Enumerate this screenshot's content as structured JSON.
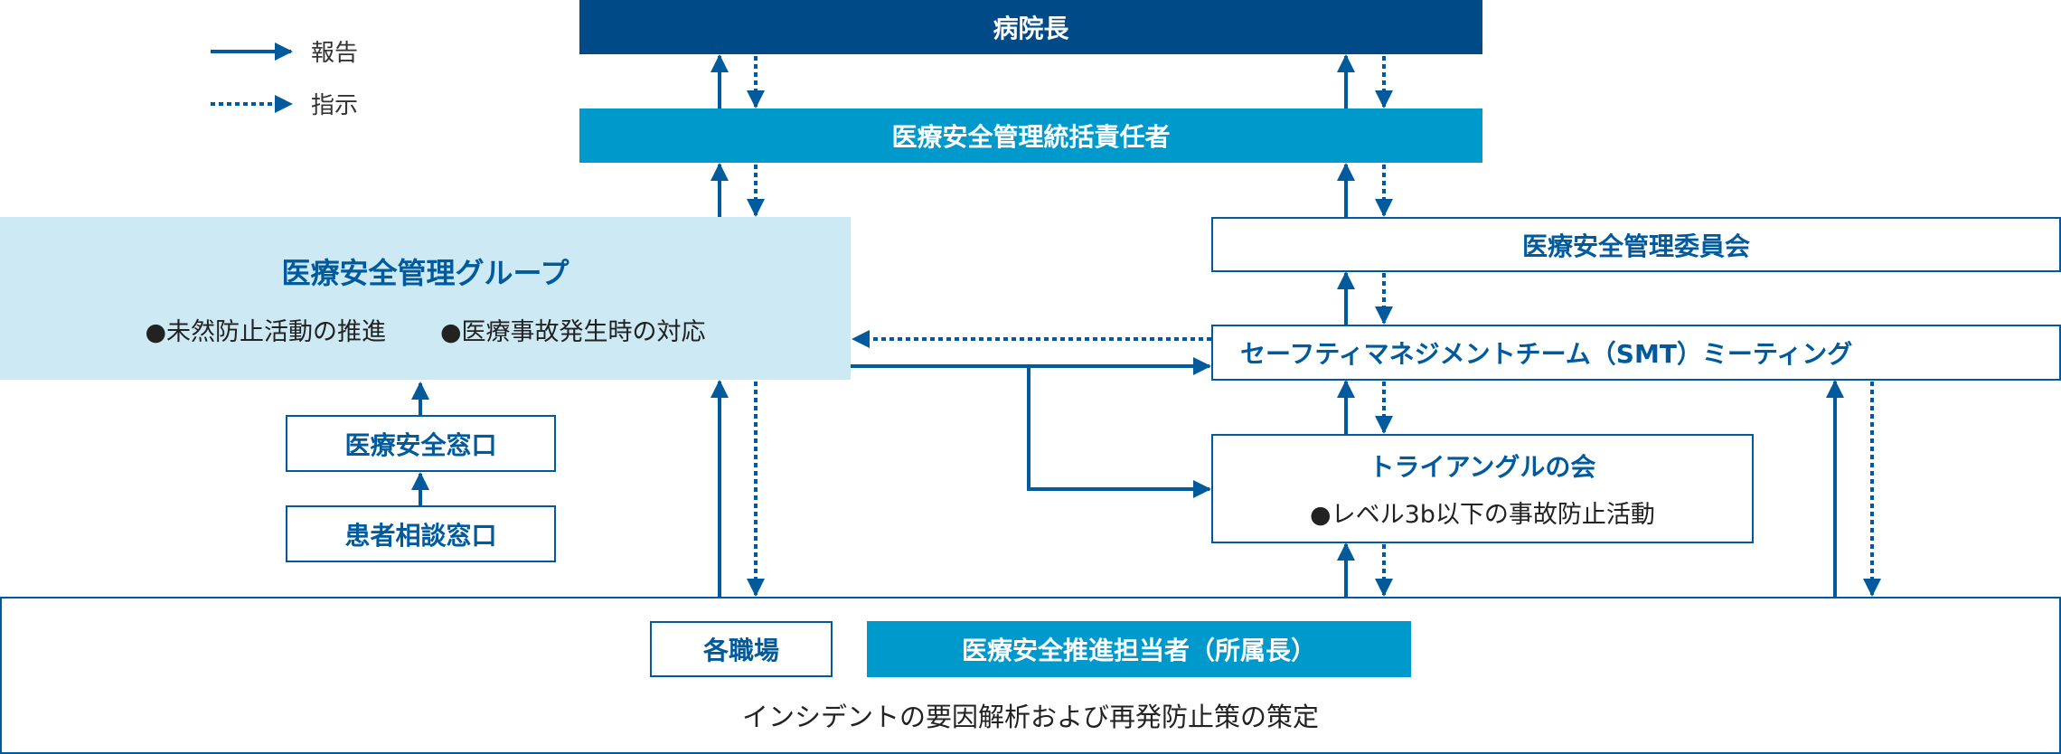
{
  "legend": {
    "report": "報告",
    "instruction": "指示"
  },
  "boxes": {
    "director": "病院長",
    "supervisor": "医療安全管理統括責任者",
    "committee": "医療安全管理委員会",
    "group": {
      "title": "医療安全管理グループ",
      "bullet1": "●未然防止活動の推進",
      "bullet2": "●医療事故発生時の対応"
    },
    "smt": "セーフティマネジメントチーム（SMT）ミーティング",
    "triangle": {
      "title": "トライアングルの会",
      "bullet": "●レベル3b以下の事故防止活動"
    },
    "safety_window": "医療安全窓口",
    "consult_window": "患者相談窓口",
    "workplace": "各職場",
    "promoter": "医療安全推進担当者（所属長）",
    "bottom_text": "インシデントの要因解析および再発防止策の策定"
  },
  "colors": {
    "dark_blue": "#004a87",
    "mid_blue": "#0099cc",
    "light_blue": "#cde9f4",
    "line_blue": "#005a9c"
  }
}
